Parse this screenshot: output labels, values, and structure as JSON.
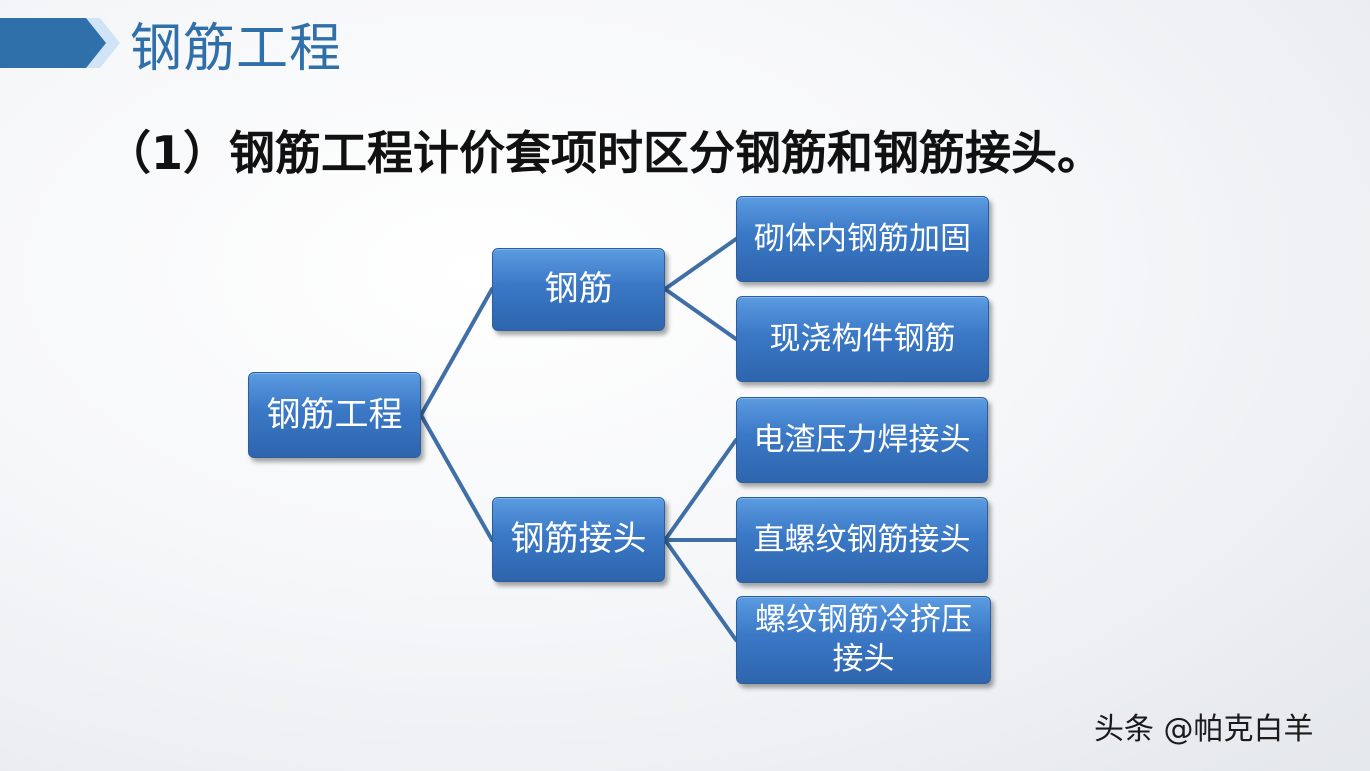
{
  "page_title": "钢筋工程",
  "subtitle": "（1）钢筋工程计价套项时区分钢筋和钢筋接头。",
  "diagram": {
    "root": "钢筋工程",
    "branches": [
      {
        "label": "钢筋",
        "children": [
          "砌体内钢筋加固",
          "现浇构件钢筋"
        ]
      },
      {
        "label": "钢筋接头",
        "children": [
          "电渣压力焊接头",
          "直螺纹钢筋接头",
          "螺纹钢筋冷挤压接头"
        ]
      }
    ]
  },
  "watermark": "头条 @帕克白羊",
  "colors": {
    "title": "#2f6faa",
    "node_fill": "#3a78c6",
    "connector": "#3f6fa6",
    "arrow_dark": "#2f6faa",
    "arrow_light": "#cfe5f6"
  }
}
